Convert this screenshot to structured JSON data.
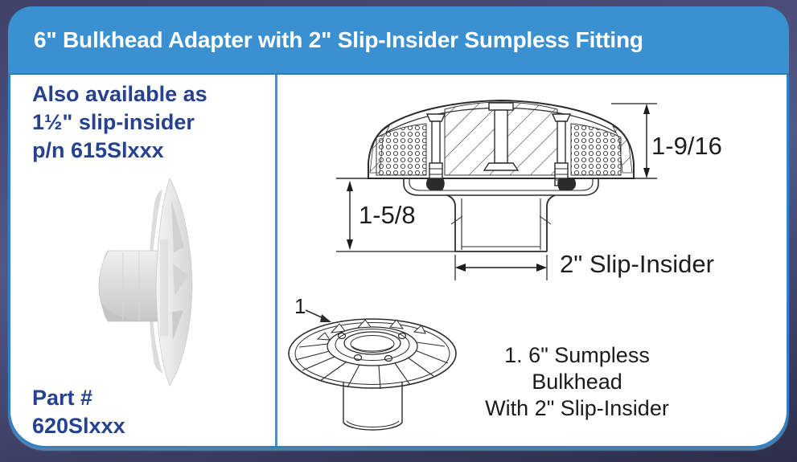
{
  "header": {
    "title": "6\" Bulkhead Adapter with 2\" Slip-Insider Sumpless Fitting"
  },
  "left_panel": {
    "availability_line1": "Also available as",
    "availability_line2": "1½\" slip-insider",
    "availability_line3": "p/n 615Slxxx",
    "part_label": "Part #",
    "part_number": "620Slxxx"
  },
  "diagram": {
    "dim_dome_height": "1-9/16",
    "dim_pipe_height": "1-5/8",
    "dim_pipe_width": "2\" Slip-Insider",
    "callout_number": "1",
    "caption_line1": "1. 6\" Sumpless Bulkhead",
    "caption_line2": "With 2\" Slip-Insider"
  },
  "colors": {
    "header_blue": "#3a90d1",
    "border_blue": "#3380c4",
    "divider_blue": "#4a90ce",
    "text_navy": "#25418f",
    "background_navy": "#3f4168",
    "drawing_ink": "#2b2b2b"
  }
}
